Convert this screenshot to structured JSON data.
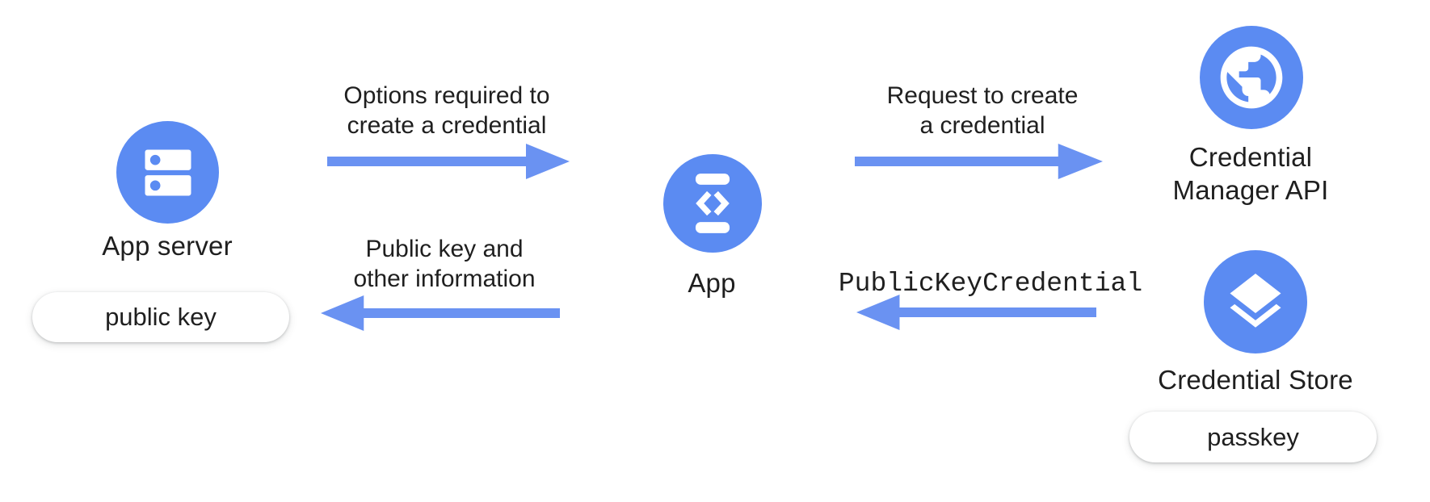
{
  "diagram": {
    "nodes": {
      "app_server": {
        "label": "App server",
        "icon": "server-icon",
        "tag": "public key"
      },
      "app": {
        "label": "App",
        "icon": "phone-code-icon"
      },
      "credential_manager_api": {
        "label_line1": "Credential",
        "label_line2": "Manager API",
        "icon": "globe-icon"
      },
      "credential_store": {
        "label": "Credential Store",
        "icon": "layers-icon",
        "tag": "passkey"
      }
    },
    "arrows": {
      "options": {
        "line1": "Options required to",
        "line2": "create a credential",
        "direction": "right"
      },
      "request": {
        "line1": "Request to create",
        "line2": "a credential",
        "direction": "right"
      },
      "public_key_info": {
        "line1": "Public key and",
        "line2": "other information",
        "direction": "left"
      },
      "public_key_credential": {
        "label": "PublicKeyCredential",
        "direction": "left"
      }
    },
    "colors": {
      "node_blue": "#5b8bf2",
      "arrow_blue": "#6a92f2",
      "text": "#1f1f1f",
      "pill_background": "#ffffff"
    }
  }
}
